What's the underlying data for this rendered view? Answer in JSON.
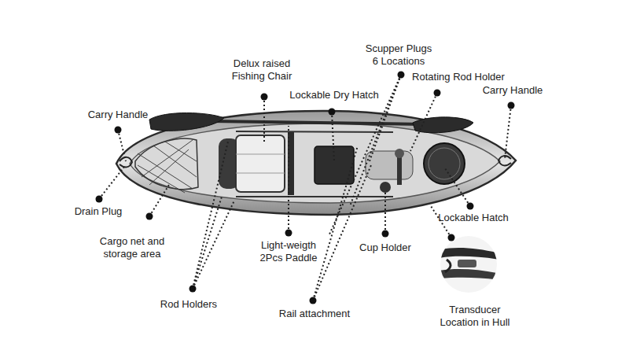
{
  "diagram": {
    "labels": [
      "Scupper Plugs 6 Locations",
      "Delux raised Fishing Chair",
      "Rotating Rod Holder",
      "Carry Handle",
      "Lockable Dry Hatch",
      "Carry Handle",
      "Drain Plug",
      "Lockable Hatch",
      "Cargo net and storage area",
      "Light-weigth 2Pcs Paddle",
      "Cup Holder",
      "Rod Holders",
      "Transducer Location in Hull",
      "Rail attachment"
    ]
  }
}
